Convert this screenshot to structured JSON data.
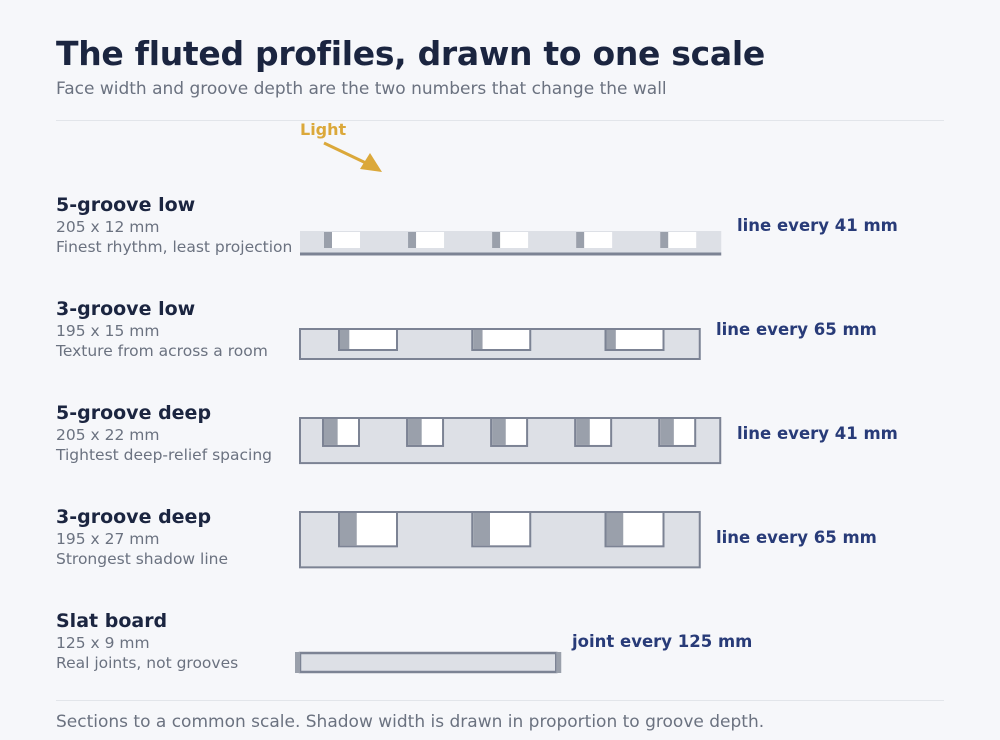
{
  "title": "The fluted profiles, drawn to one scale",
  "subtitle": "Face width and groove depth are the two numbers that change the wall",
  "light_label": "Light",
  "profiles": [
    {
      "name": "5-groove low",
      "dims": "205 x 12 mm",
      "note": "Finest rhythm, least projection",
      "pitch": "line every 41 mm",
      "grooves": 5,
      "width_mm": 205,
      "depth_mm": 12
    },
    {
      "name": "3-groove low",
      "dims": "195 x 15 mm",
      "note": "Texture from across a room",
      "pitch": "line every 65 mm",
      "grooves": 3,
      "width_mm": 195,
      "depth_mm": 15
    },
    {
      "name": "5-groove deep",
      "dims": "205 x 22 mm",
      "note": "Tightest deep-relief spacing",
      "pitch": "line every 41 mm",
      "grooves": 5,
      "width_mm": 205,
      "depth_mm": 22
    },
    {
      "name": "3-groove deep",
      "dims": "195 x 27 mm",
      "note": "Strongest shadow line",
      "pitch": "line every 65 mm",
      "grooves": 3,
      "width_mm": 195,
      "depth_mm": 27
    },
    {
      "name": "Slat board",
      "dims": "125 x 9 mm",
      "note": "Real joints, not grooves",
      "pitch": "joint every 125 mm",
      "grooves": 0,
      "width_mm": 125,
      "depth_mm": 9
    }
  ],
  "footer": "Sections to a common scale. Shadow width is drawn in proportion to groove depth.",
  "colors": {
    "board_fill": "#dde0e6",
    "board_stroke": "#7c8394",
    "shadow": "#9aa0ab",
    "groove_light": "#ffffff",
    "pitch_text": "#283b78",
    "light_accent": "#dba83a"
  }
}
